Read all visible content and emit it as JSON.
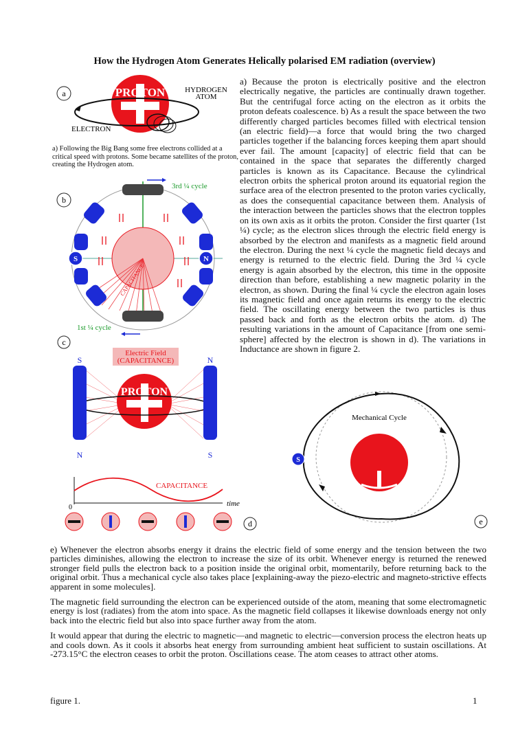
{
  "title": "How the Hydrogen Atom Generates Helically polarised EM radiation (overview)",
  "right_column_text": "a) Because the proton is electrically positive and the electron electrically negative, the particles are continually drawn together. But the centrifugal force acting on the electron as it orbits the proton defeats coalescence. b) As a result the space between the two differently charged particles becomes filled with electrical tension (an electric field)—a force that would bring the two charged particles together if the balancing forces keeping them apart should ever fail. The amount [capacity] of electric field that can be contained in the space that separates the differently charged particles is known as its Capacitance. Because the cylindrical electron orbits the spherical proton around its equatorial region the surface area of the electron presented to the proton varies cyclically, as does the consequential capacitance between them. Analysis of the interaction between the particles shows that the electron topples on its own axis as it orbits the proton. Consider the first quarter (1st ¼) cycle; as the electron slices through the electric field energy is absorbed by the electron and manifests as a magnetic field around the electron. During the next ¼ cycle the magnetic field decays and energy is returned to the electric field. During the 3rd ¼ cycle energy is again absorbed by the electron, this time in the opposite direction than before, establishing a new magnetic polarity in the electron, as shown. During the final ¼ cycle the electron again loses its magnetic field and once again returns its energy to the electric field. The oscillating energy between the two particles is thus passed back and forth as the electron orbits the atom. d) The resulting variations in the amount of Capacitance [from one semi-sphere] affected by the electron is shown in d). The variations in Inductance are shown in figure 2.",
  "caption_a": "a) Following the Big Bang some free electrons collided at a critical speed with protons. Some became satellites of the proton, creating the Hydrogen atom.",
  "bottom_paragraphs": [
    "e) Whenever the electron absorbs energy it drains the electric field of some energy and the tension between the two particles diminishes, allowing the electron to increase the size of its orbit. Whenever energy is returned the renewed stronger field pulls the electron back to a position inside the original orbit, momentarily, before returning back to the original orbit. Thus a mechanical cycle also takes place [explaining-away the piezo-electric and magneto-strictive effects apparent in some molecules].",
    "The magnetic field surrounding the electron can be experienced outside of the atom, meaning that some electromagnetic energy is lost (radiates) from the atom into space. As the magnetic field collapses it likewise downloads energy not only back into the electric field but also into space further away from the atom.",
    "It would appear that during the electric to magnetic—and magnetic to electric—conversion process the electron heats up and cools down. As it cools it absorbs heat energy from surrounding ambient heat sufficient to sustain oscillations. At -273.15°C the electron ceases to orbit the proton. Oscillations cease. The atom ceases to attract other atoms."
  ],
  "footer_left": "figure 1.",
  "page_number": "1",
  "fig_a": {
    "label": "a",
    "proton": "PROTON",
    "atom_line1": "HYDROGEN",
    "atom_line2": "ATOM",
    "electron": "ELECTRON"
  },
  "fig_b": {
    "label": "b",
    "third_quarter": "3rd ¼ cycle",
    "first_quarter": "1st ¼ cycle",
    "capacitance": "CAPACITANCE",
    "south": "S",
    "north": "N"
  },
  "fig_c": {
    "label": "c",
    "field_line1": "Electric Field",
    "field_line2": "(CAPACITANCE)",
    "proton": "PROTON",
    "left_top": "S",
    "left_bottom": "N",
    "right_top": "N",
    "right_bottom": "S"
  },
  "fig_d": {
    "label": "d",
    "curve_label": "CAPACITANCE",
    "time": "time",
    "origin": "0"
  },
  "fig_e": {
    "label": "e",
    "title": "Mechanical Cycle",
    "electron": "S"
  },
  "colors": {
    "proton_red": "#e8141c",
    "electron_blue": "#1c2bd6",
    "field_pink": "#f4b8b8",
    "green": "#1a9a2a"
  }
}
